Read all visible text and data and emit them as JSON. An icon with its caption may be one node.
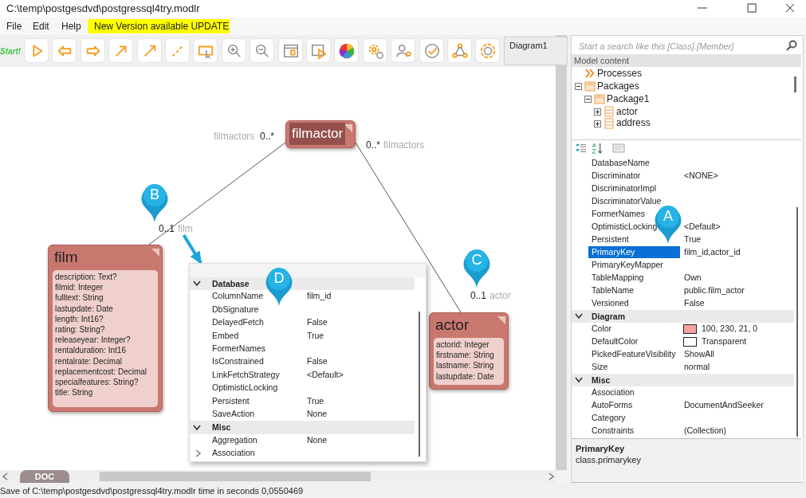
{
  "diagram": {
    "nodes": [
      {
        "text": [
          "filmactor"
        ]
      },
      {
        "text": [
          "film",
          "description: Text?",
          "filmid: Integer",
          "fulltext: String",
          "lastupdate: Date",
          "length: Int16?",
          "rating: String?",
          "releaseyear: Integer?",
          "rentalduration: Int16",
          "rentalrate: Decimal",
          "replacementcost: Decimal",
          "specialfeatures: String?",
          "title: String"
        ]
      },
      {
        "text": [
          "actor",
          "actorid: Integer",
          "firstname: String",
          "lastname: String",
          "lastupdate: Date"
        ]
      },
      {
        "text": [],
        "shape": "box"
      },
      {
        "text": [
          "A"
        ]
      },
      {
        "text": [
          "B"
        ]
      },
      {
        "text": [
          "C"
        ]
      },
      {
        "text": [
          "D"
        ],
        "in": 3
      },
      {
        "text": [
          "film"
        ]
      }
    ],
    "edges": [
      {
        "from": 0,
        "to": 1,
        "arrow": "none"
      },
      {
        "from": 0,
        "to": 2,
        "arrow": "none"
      },
      {
        "from": 8,
        "to": 3,
        "arrow": "to",
        "style": "thick",
        "color": "#1aa6d9"
      }
    ],
    "labels": [
      "C:\\temp\\postgesdvd\\postgressql4try.modlr",
      "File",
      "Edit",
      "Help",
      "New Version available UPDATE",
      "Start!",
      "Diagram1",
      "Start a search like this [Class].[Member]",
      "Model content",
      "Processes",
      "Packages",
      "Package1",
      "actor",
      "address",
      "filmactors",
      "0..*",
      "0..*",
      "filmactors",
      "0..1",
      "0..1",
      "actor",
      "DatabaseName",
      "Discriminator",
      "<NONE>",
      "DiscriminatorImpl",
      "DiscriminatorValue",
      "FormerNames",
      "OptimisticLocking",
      "<Default>",
      "Persistent",
      "True",
      "PrimaryKey",
      "film_id,actor_id",
      "PrimaryKeyMapper",
      "TableMapping",
      "Own",
      "TableName",
      "public.film_actor",
      "Versioned",
      "False",
      "Diagram",
      "Color",
      "100, 230, 21, 0",
      "DefaultColor",
      "Transparent",
      "PickedFeatureVisibility",
      "ShowAll",
      "Size",
      "normal",
      "Misc",
      "Association",
      "AutoForms",
      "DocumentAndSeeker",
      "Category",
      "Constraints",
      "(Collection)",
      "PrimaryKey",
      "class.primarykey",
      "Database",
      "ColumnName",
      "film_id",
      "DbSignature",
      "DelayedFetch",
      "False",
      "Embed",
      "True",
      "FormerNames",
      "IsConstrained",
      "False",
      "LinkFetchStrategy",
      "<Default>",
      "OptimisticLocking",
      "Persistent",
      "True",
      "SaveAction",
      "None",
      "Misc",
      "Aggregation",
      "None",
      "Association",
      "DOC",
      "Save of C:\\temp\\postgesdvd\\postgressql4try.modlr time in seconds 0,0550469"
    ]
  }
}
